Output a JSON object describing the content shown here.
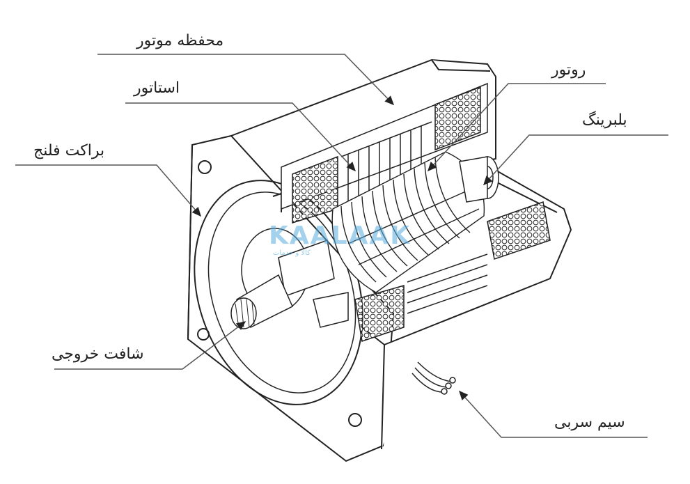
{
  "labels": {
    "motor_housing": "محفظه موتور",
    "stator": "استاتور",
    "rotor": "روتور",
    "bearing": "بلبرینگ",
    "flange_bracket": "براکت فلنج",
    "output_shaft": "شافت خروجی",
    "lead_wire": "سیم سربی"
  },
  "watermark": {
    "brand": "KAALAAK",
    "tagline": "کالا و خدمات"
  },
  "colors": {
    "line": "#222222",
    "leader": "#555555",
    "watermark": "#5aaee0"
  }
}
